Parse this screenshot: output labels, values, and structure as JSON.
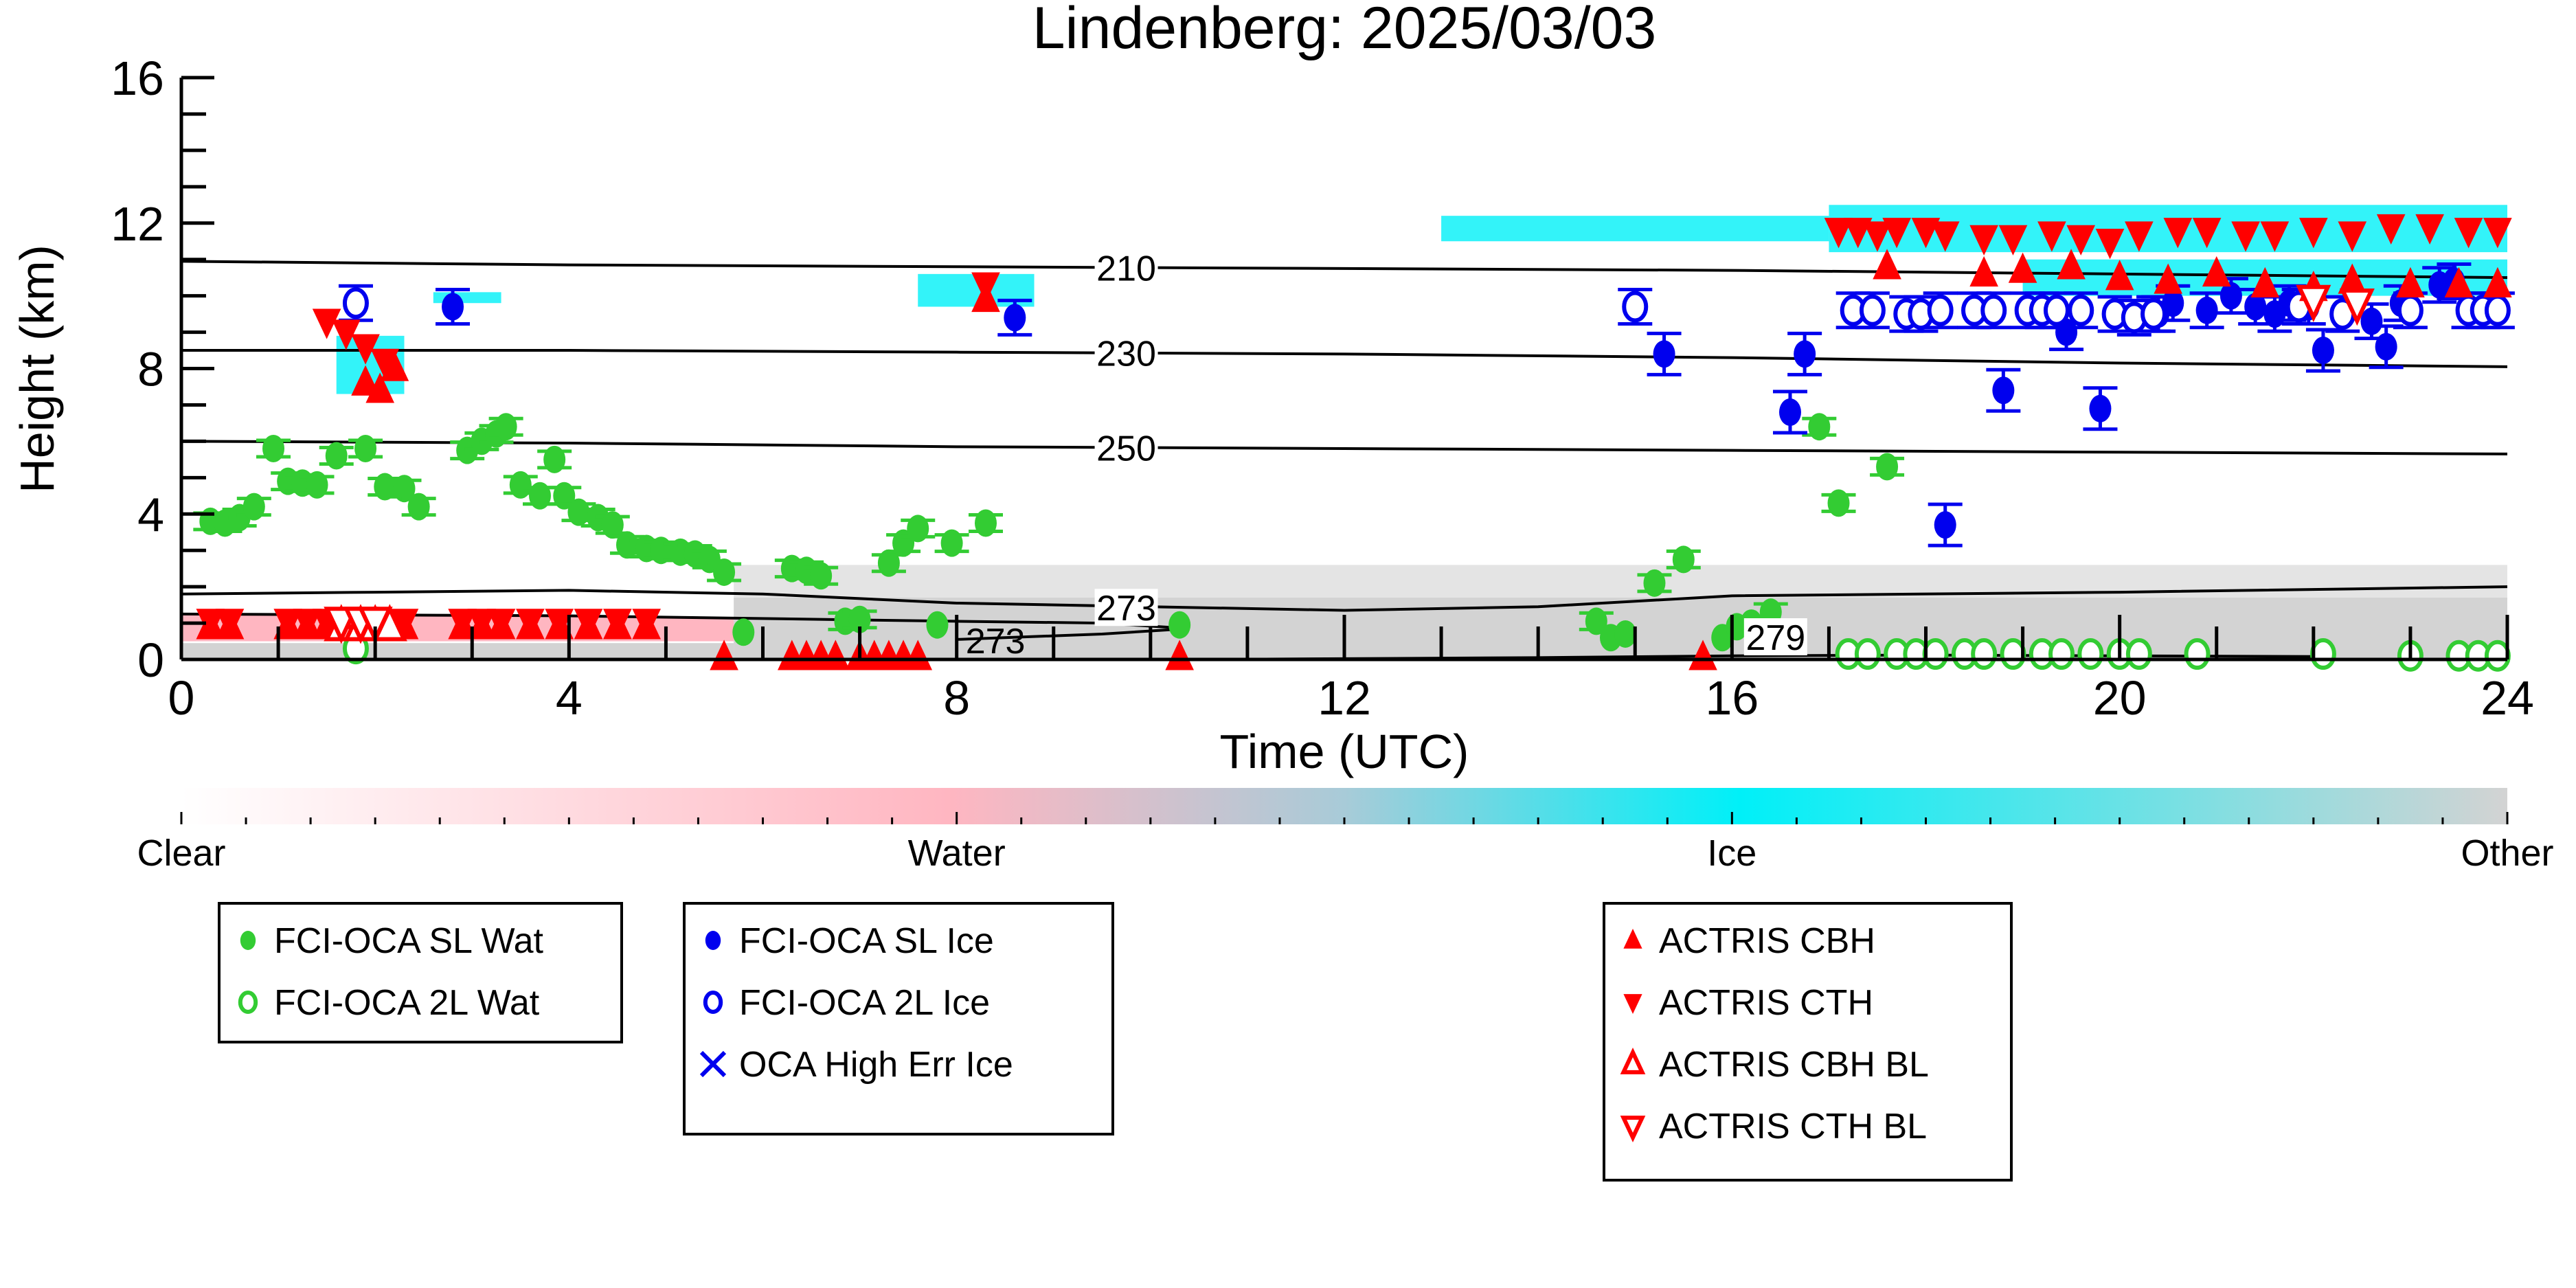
{
  "chart_data": {
    "type": "scatter",
    "title": "Lindenberg: 2025/03/03",
    "xlabel": "Time (UTC)",
    "ylabel": "Height (km)",
    "xlim": [
      0,
      24
    ],
    "ylim": [
      0,
      16
    ],
    "xticks": [
      "0",
      "4",
      "8",
      "12",
      "16",
      "20",
      "24"
    ],
    "yticks": [
      "0",
      "4",
      "8",
      "12",
      "16"
    ],
    "colorbar": {
      "labels": [
        "Clear",
        "Water",
        "Ice",
        "Other"
      ],
      "colors": [
        "#ffffff",
        "#ffb6c1",
        "#00f0f8",
        "#d3d3d3"
      ]
    },
    "isotherms": [
      {
        "label": "210",
        "points": [
          [
            0,
            10.95
          ],
          [
            4,
            10.85
          ],
          [
            8,
            10.8
          ],
          [
            12,
            10.75
          ],
          [
            16,
            10.7
          ],
          [
            20,
            10.6
          ],
          [
            24,
            10.5
          ]
        ]
      },
      {
        "label": "230",
        "points": [
          [
            0,
            8.5
          ],
          [
            4,
            8.5
          ],
          [
            8,
            8.45
          ],
          [
            12,
            8.4
          ],
          [
            16,
            8.3
          ],
          [
            20,
            8.15
          ],
          [
            24,
            8.05
          ]
        ]
      },
      {
        "label": "250",
        "points": [
          [
            0,
            6.0
          ],
          [
            4,
            5.95
          ],
          [
            8,
            5.85
          ],
          [
            12,
            5.8
          ],
          [
            16,
            5.75
          ],
          [
            20,
            5.7
          ],
          [
            24,
            5.65
          ]
        ]
      },
      {
        "label": "273",
        "points": [
          [
            0,
            1.8
          ],
          [
            2,
            1.85
          ],
          [
            4,
            1.9
          ],
          [
            6,
            1.8
          ],
          [
            8,
            1.55
          ],
          [
            10,
            1.45
          ],
          [
            12,
            1.35
          ],
          [
            14,
            1.45
          ],
          [
            16,
            1.75
          ],
          [
            20,
            1.85
          ],
          [
            24,
            2.0
          ]
        ]
      },
      {
        "label": "273",
        "points": [
          [
            0,
            1.25
          ],
          [
            4,
            1.2
          ],
          [
            8,
            1.05
          ],
          [
            9.5,
            1.0
          ],
          [
            10.4,
            0.85
          ],
          [
            9.5,
            0.7
          ],
          [
            8,
            0.55
          ]
        ]
      },
      {
        "label": "279",
        "points": [
          [
            10.5,
            0.0
          ],
          [
            14,
            0.05
          ],
          [
            16,
            0.1
          ],
          [
            18,
            0.12
          ],
          [
            20,
            0.1
          ],
          [
            22,
            0.08
          ]
        ]
      }
    ],
    "series": [
      {
        "name": "FCI-OCA SL Wat",
        "marker": "circle-filled",
        "color": "#33cc33",
        "points": [
          [
            0.3,
            3.8
          ],
          [
            0.45,
            3.75
          ],
          [
            0.6,
            3.9
          ],
          [
            0.75,
            4.2
          ],
          [
            0.95,
            5.8
          ],
          [
            1.1,
            4.9
          ],
          [
            1.25,
            4.85
          ],
          [
            1.4,
            4.8
          ],
          [
            1.6,
            5.6
          ],
          [
            1.9,
            5.8
          ],
          [
            2.1,
            4.75
          ],
          [
            2.3,
            4.7
          ],
          [
            2.45,
            4.2
          ],
          [
            2.95,
            5.75
          ],
          [
            3.1,
            6.0
          ],
          [
            3.25,
            6.2
          ],
          [
            3.35,
            6.4
          ],
          [
            3.5,
            4.8
          ],
          [
            3.7,
            4.5
          ],
          [
            3.85,
            5.5
          ],
          [
            3.95,
            4.5
          ],
          [
            4.1,
            4.05
          ],
          [
            4.3,
            3.9
          ],
          [
            4.45,
            3.7
          ],
          [
            4.6,
            3.15
          ],
          [
            4.8,
            3.05
          ],
          [
            4.95,
            3.0
          ],
          [
            5.15,
            2.95
          ],
          [
            5.3,
            2.9
          ],
          [
            5.45,
            2.75
          ],
          [
            5.6,
            2.4
          ],
          [
            5.8,
            0.75
          ],
          [
            6.3,
            2.5
          ],
          [
            6.45,
            2.45
          ],
          [
            6.6,
            2.3
          ],
          [
            6.85,
            1.05
          ],
          [
            7.0,
            1.1
          ],
          [
            7.3,
            2.65
          ],
          [
            7.45,
            3.2
          ],
          [
            7.6,
            3.6
          ],
          [
            7.8,
            0.95
          ],
          [
            7.95,
            3.2
          ],
          [
            8.3,
            3.75
          ],
          [
            10.3,
            0.95
          ],
          [
            14.6,
            1.05
          ],
          [
            14.75,
            0.6
          ],
          [
            14.9,
            0.7
          ],
          [
            15.2,
            2.1
          ],
          [
            15.5,
            2.75
          ],
          [
            15.9,
            0.6
          ],
          [
            16.05,
            0.9
          ],
          [
            16.2,
            1.0
          ],
          [
            16.4,
            1.3
          ],
          [
            16.9,
            6.4
          ],
          [
            17.1,
            4.3
          ],
          [
            17.6,
            5.3
          ]
        ]
      },
      {
        "name": "FCI-OCA 2L Wat",
        "marker": "circle-open",
        "color": "#33cc33",
        "points": [
          [
            1.8,
            0.3
          ],
          [
            17.2,
            0.15
          ],
          [
            17.4,
            0.15
          ],
          [
            17.7,
            0.15
          ],
          [
            17.9,
            0.15
          ],
          [
            18.1,
            0.15
          ],
          [
            18.4,
            0.15
          ],
          [
            18.6,
            0.15
          ],
          [
            18.9,
            0.15
          ],
          [
            19.2,
            0.15
          ],
          [
            19.4,
            0.15
          ],
          [
            19.7,
            0.15
          ],
          [
            20.0,
            0.15
          ],
          [
            20.2,
            0.15
          ],
          [
            20.8,
            0.15
          ],
          [
            22.1,
            0.15
          ],
          [
            23.0,
            0.1
          ],
          [
            23.5,
            0.1
          ],
          [
            23.7,
            0.1
          ],
          [
            23.9,
            0.1
          ]
        ]
      },
      {
        "name": "FCI-OCA SL Ice",
        "marker": "circle-filled",
        "color": "#0000ee",
        "points": [
          [
            2.8,
            9.7
          ],
          [
            8.6,
            9.4
          ],
          [
            15.3,
            8.4
          ],
          [
            16.6,
            6.8
          ],
          [
            16.75,
            8.4
          ],
          [
            18.2,
            3.7
          ],
          [
            18.8,
            7.4
          ],
          [
            19.45,
            9.0
          ],
          [
            19.8,
            6.9
          ],
          [
            20.4,
            9.5
          ],
          [
            20.55,
            9.8
          ],
          [
            20.9,
            9.6
          ],
          [
            21.15,
            10.0
          ],
          [
            21.4,
            9.7
          ],
          [
            21.6,
            9.5
          ],
          [
            21.75,
            9.8
          ],
          [
            21.95,
            9.7
          ],
          [
            22.1,
            8.5
          ],
          [
            22.6,
            9.3
          ],
          [
            22.75,
            8.6
          ],
          [
            22.9,
            9.8
          ],
          [
            23.3,
            10.3
          ],
          [
            23.45,
            10.4
          ]
        ]
      },
      {
        "name": "FCI-OCA 2L Ice",
        "marker": "circle-open",
        "color": "#0000ee",
        "points": [
          [
            1.8,
            9.8
          ],
          [
            15.0,
            9.7
          ],
          [
            17.25,
            9.6
          ],
          [
            17.45,
            9.6
          ],
          [
            17.8,
            9.5
          ],
          [
            17.95,
            9.5
          ],
          [
            18.15,
            9.6
          ],
          [
            18.5,
            9.6
          ],
          [
            18.7,
            9.6
          ],
          [
            19.05,
            9.6
          ],
          [
            19.2,
            9.6
          ],
          [
            19.35,
            9.6
          ],
          [
            19.6,
            9.6
          ],
          [
            19.95,
            9.5
          ],
          [
            20.15,
            9.4
          ],
          [
            20.35,
            9.5
          ],
          [
            21.85,
            9.7
          ],
          [
            22.3,
            9.5
          ],
          [
            23.0,
            9.6
          ],
          [
            23.6,
            9.6
          ],
          [
            23.75,
            9.6
          ],
          [
            23.9,
            9.6
          ]
        ]
      },
      {
        "name": "OCA High Err Ice",
        "marker": "x",
        "color": "#0000ee",
        "points": []
      },
      {
        "name": "ACTRIS CBH",
        "marker": "triangle-up",
        "color": "#ff0000",
        "points": [
          [
            0.3,
            0.9
          ],
          [
            0.5,
            0.9
          ],
          [
            1.1,
            0.9
          ],
          [
            1.3,
            0.9
          ],
          [
            1.5,
            0.9
          ],
          [
            2.3,
            0.9
          ],
          [
            2.9,
            0.9
          ],
          [
            3.1,
            0.9
          ],
          [
            3.3,
            0.9
          ],
          [
            3.6,
            0.9
          ],
          [
            3.9,
            0.9
          ],
          [
            4.2,
            0.9
          ],
          [
            4.5,
            0.9
          ],
          [
            4.8,
            0.9
          ],
          [
            1.9,
            7.6
          ],
          [
            2.05,
            7.4
          ],
          [
            2.2,
            8.0
          ],
          [
            8.3,
            9.9
          ],
          [
            5.6,
            0.05
          ],
          [
            6.3,
            0.05
          ],
          [
            6.45,
            0.05
          ],
          [
            6.6,
            0.05
          ],
          [
            6.75,
            0.05
          ],
          [
            7.0,
            0.05
          ],
          [
            7.15,
            0.05
          ],
          [
            7.3,
            0.05
          ],
          [
            7.45,
            0.05
          ],
          [
            7.6,
            0.05
          ],
          [
            10.3,
            0.05
          ],
          [
            15.7,
            0.05
          ],
          [
            17.6,
            10.8
          ],
          [
            18.6,
            10.6
          ],
          [
            19.0,
            10.7
          ],
          [
            19.5,
            10.8
          ],
          [
            20.0,
            10.5
          ],
          [
            20.5,
            10.4
          ],
          [
            21.0,
            10.6
          ],
          [
            21.5,
            10.3
          ],
          [
            22.0,
            10.2
          ],
          [
            22.4,
            10.4
          ],
          [
            23.0,
            10.3
          ],
          [
            23.5,
            10.3
          ],
          [
            23.9,
            10.3
          ]
        ]
      },
      {
        "name": "ACTRIS CTH",
        "marker": "triangle-down",
        "color": "#ff0000",
        "points": [
          [
            0.3,
            1.05
          ],
          [
            0.5,
            1.05
          ],
          [
            1.1,
            1.05
          ],
          [
            1.3,
            1.05
          ],
          [
            1.5,
            1.05
          ],
          [
            2.3,
            1.05
          ],
          [
            2.9,
            1.05
          ],
          [
            3.1,
            1.05
          ],
          [
            3.3,
            1.05
          ],
          [
            3.6,
            1.05
          ],
          [
            3.9,
            1.05
          ],
          [
            4.2,
            1.05
          ],
          [
            4.5,
            1.05
          ],
          [
            4.8,
            1.05
          ],
          [
            1.5,
            9.3
          ],
          [
            1.7,
            9.0
          ],
          [
            1.9,
            8.6
          ],
          [
            2.1,
            8.2
          ],
          [
            8.3,
            10.3
          ],
          [
            17.1,
            11.8
          ],
          [
            17.3,
            11.8
          ],
          [
            17.5,
            11.7
          ],
          [
            17.7,
            11.8
          ],
          [
            18.0,
            11.8
          ],
          [
            18.2,
            11.7
          ],
          [
            18.6,
            11.6
          ],
          [
            18.9,
            11.6
          ],
          [
            19.3,
            11.7
          ],
          [
            19.6,
            11.6
          ],
          [
            19.9,
            11.5
          ],
          [
            20.2,
            11.7
          ],
          [
            20.6,
            11.8
          ],
          [
            20.9,
            11.8
          ],
          [
            21.3,
            11.7
          ],
          [
            21.6,
            11.7
          ],
          [
            22.0,
            11.8
          ],
          [
            22.4,
            11.7
          ],
          [
            22.8,
            11.9
          ],
          [
            23.2,
            11.9
          ],
          [
            23.6,
            11.8
          ],
          [
            23.9,
            11.8
          ]
        ]
      },
      {
        "name": "ACTRIS CBH BL",
        "marker": "triangle-up-open",
        "color": "#ff0000",
        "points": [
          [
            1.65,
            0.9
          ],
          [
            1.85,
            0.9
          ],
          [
            2.0,
            0.9
          ],
          [
            2.15,
            0.9
          ]
        ]
      },
      {
        "name": "ACTRIS CTH BL",
        "marker": "triangle-down-open",
        "color": "#ff0000",
        "points": [
          [
            1.65,
            1.05
          ],
          [
            1.85,
            1.05
          ],
          [
            2.0,
            1.05
          ],
          [
            22.0,
            9.9
          ],
          [
            22.45,
            9.8
          ]
        ]
      }
    ],
    "legends": [
      {
        "entries": [
          "FCI-OCA SL Wat",
          "FCI-OCA 2L Wat"
        ]
      },
      {
        "entries": [
          "FCI-OCA SL Ice",
          "FCI-OCA 2L Ice",
          "OCA High Err Ice"
        ]
      },
      {
        "entries": [
          "ACTRIS CBH",
          "ACTRIS CTH",
          "ACTRIS CBH BL",
          "ACTRIS CTH BL"
        ]
      }
    ]
  }
}
